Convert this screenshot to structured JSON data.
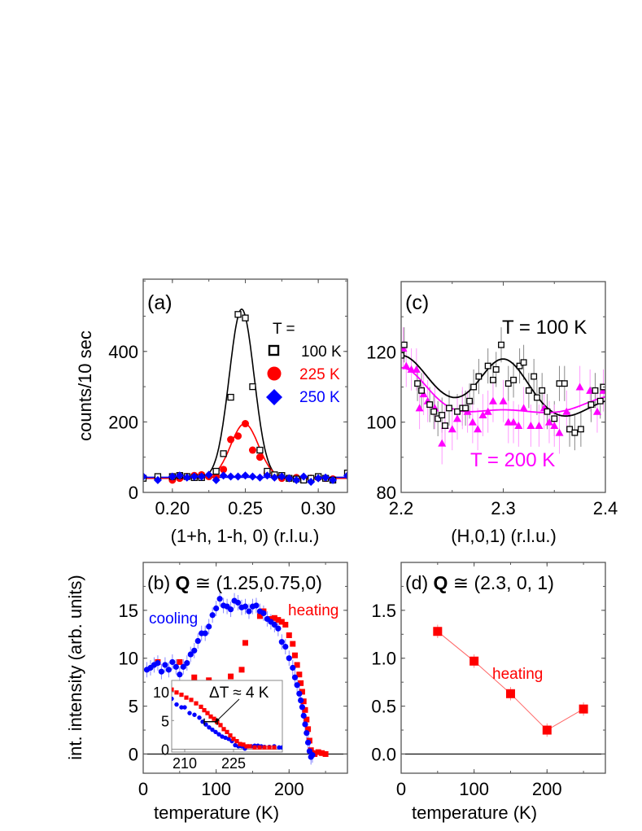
{
  "chart_data": [
    {
      "id": "a",
      "type": "scatter",
      "panel_label": "(a)",
      "xlabel": "(1+h, 1-h, 0) (r.l.u.)",
      "ylabel": "counts/10 sec",
      "xlim": [
        0.18,
        0.32
      ],
      "ylim": [
        0,
        605
      ],
      "xticks": [
        0.2,
        0.25,
        0.3
      ],
      "xtick_labels": [
        "0.20",
        "0.25",
        "0.30"
      ],
      "yticks": [
        0,
        200,
        400
      ],
      "ytick_labels": [
        "0",
        "200",
        "400"
      ],
      "legend_title": "T =",
      "legend_position": "upper right",
      "series": [
        {
          "name": "100 K",
          "marker": "open-square",
          "color": "#000000",
          "x": [
            0.18,
            0.19,
            0.2,
            0.205,
            0.21,
            0.215,
            0.22,
            0.23,
            0.235,
            0.24,
            0.245,
            0.25,
            0.255,
            0.26,
            0.265,
            0.27,
            0.275,
            0.28,
            0.285,
            0.29,
            0.295,
            0.3,
            0.305,
            0.31,
            0.32
          ],
          "y": [
            40,
            45,
            45,
            48,
            45,
            42,
            42,
            60,
            110,
            270,
            505,
            495,
            300,
            120,
            60,
            50,
            48,
            40,
            38,
            35,
            40,
            45,
            40,
            35,
            55
          ]
        },
        {
          "name": "225 K",
          "marker": "filled-circle",
          "color": "#ff0000",
          "x": [
            0.19,
            0.2,
            0.205,
            0.21,
            0.215,
            0.22,
            0.225,
            0.23,
            0.235,
            0.24,
            0.245,
            0.25,
            0.255,
            0.26,
            0.265,
            0.27,
            0.275,
            0.28,
            0.285,
            0.29,
            0.295,
            0.3,
            0.305,
            0.31
          ],
          "y": [
            40,
            35,
            40,
            45,
            48,
            50,
            45,
            45,
            65,
            150,
            160,
            195,
            120,
            100,
            55,
            45,
            40,
            40,
            42,
            38,
            40,
            42,
            40,
            38
          ]
        },
        {
          "name": "250 K",
          "marker": "filled-diamond",
          "color": "#0000ff",
          "x": [
            0.18,
            0.19,
            0.2,
            0.205,
            0.21,
            0.215,
            0.22,
            0.225,
            0.23,
            0.235,
            0.24,
            0.245,
            0.25,
            0.255,
            0.26,
            0.265,
            0.27,
            0.275,
            0.28,
            0.285,
            0.29,
            0.295,
            0.3,
            0.305,
            0.31,
            0.32
          ],
          "y": [
            45,
            35,
            45,
            48,
            42,
            45,
            45,
            50,
            35,
            48,
            45,
            45,
            48,
            45,
            42,
            48,
            42,
            45,
            40,
            35,
            45,
            30,
            40,
            42,
            35,
            48
          ]
        }
      ],
      "fits": [
        {
          "name": "100 K fit",
          "color": "#000000",
          "center": 0.2475,
          "sigma": 0.0085,
          "amplitude": 480,
          "baseline": 40
        },
        {
          "name": "225 K fit",
          "color": "#ff0000",
          "center": 0.2495,
          "sigma": 0.0095,
          "amplitude": 155,
          "baseline": 40
        },
        {
          "name": "250 K fit",
          "color": "#0000ff",
          "flat": 43
        }
      ]
    },
    {
      "id": "c",
      "type": "scatter",
      "panel_label": "(c)",
      "xlabel": "(H,0,1) (r.l.u.)",
      "ylabel": "",
      "xlim": [
        2.2,
        2.4
      ],
      "ylim": [
        80,
        140
      ],
      "xticks": [
        2.2,
        2.3,
        2.4
      ],
      "xtick_labels": [
        "2.2",
        "2.3",
        "2.4"
      ],
      "yticks": [
        80,
        100,
        120
      ],
      "ytick_labels": [
        "80",
        "100",
        "120"
      ],
      "annotations": [
        "T = 100 K",
        "T = 200 K"
      ],
      "series": [
        {
          "name": "T = 100 K",
          "marker": "open-square",
          "color": "#000000",
          "errorbar": 5,
          "x": [
            2.2,
            2.203,
            2.216,
            2.22,
            2.228,
            2.232,
            2.236,
            2.24,
            2.243,
            2.247,
            2.255,
            2.26,
            2.263,
            2.267,
            2.271,
            2.276,
            2.285,
            2.29,
            2.293,
            2.298,
            2.305,
            2.31,
            2.316,
            2.32,
            2.325,
            2.33,
            2.333,
            2.338,
            2.343,
            2.35,
            2.355,
            2.36,
            2.365,
            2.37,
            2.376,
            2.386,
            2.39,
            2.395,
            2.398
          ],
          "y": [
            119,
            122,
            111,
            109,
            105,
            103,
            101,
            102,
            99,
            104,
            103,
            104,
            104,
            106,
            110,
            113,
            116,
            112,
            115,
            122,
            111,
            112,
            116,
            117,
            109,
            113,
            107,
            109,
            103,
            101,
            111,
            111,
            98,
            97,
            98,
            105,
            109,
            106,
            110
          ],
          "error_bar_color": "#888888"
        },
        {
          "name": "T = 200 K",
          "marker": "filled-triangle",
          "color": "#ff00ff",
          "errorbar": 6,
          "x": [
            2.202,
            2.205,
            2.21,
            2.215,
            2.218,
            2.222,
            2.226,
            2.233,
            2.24,
            2.243,
            2.25,
            2.255,
            2.26,
            2.265,
            2.27,
            2.275,
            2.28,
            2.285,
            2.29,
            2.3,
            2.305,
            2.31,
            2.315,
            2.32,
            2.327,
            2.335,
            2.34,
            2.345,
            2.35,
            2.355,
            2.362,
            2.375,
            2.385,
            2.392,
            2.398
          ],
          "y": [
            121,
            116,
            115,
            115,
            104,
            108,
            106,
            104,
            94,
            99,
            98,
            101,
            104,
            103,
            100,
            98,
            102,
            103,
            106,
            106,
            100,
            100,
            99,
            104,
            99,
            99,
            104,
            100,
            99,
            97,
            103,
            110,
            109,
            103,
            109
          ],
          "error_bar_color": "#ff99ff"
        }
      ],
      "fits": [
        {
          "name": "100 K fit",
          "color": "#000000"
        },
        {
          "name": "200 K fit",
          "color": "#ff00ff"
        }
      ]
    },
    {
      "id": "b",
      "type": "scatter",
      "panel_label": "(b)",
      "title": "Q ≅ (1.25,0.75,0)",
      "title_bold_part": "Q",
      "xlabel": "temperature (K)",
      "ylabel": "int. intensity (arb. units)",
      "xlim": [
        0,
        280
      ],
      "ylim": [
        -2,
        20
      ],
      "xticks": [
        0,
        100,
        200
      ],
      "xtick_labels": [
        "0",
        "100",
        "200"
      ],
      "yticks": [
        0,
        5,
        10,
        15
      ],
      "ytick_labels": [
        "0",
        "5",
        "10",
        "15"
      ],
      "zero_line": true,
      "annotations": [
        "cooling",
        "heating"
      ],
      "series": [
        {
          "name": "cooling",
          "marker": "filled-circle",
          "color": "#0000ff",
          "x": [
            5,
            10,
            15,
            20,
            25,
            30,
            35,
            40,
            45,
            50,
            55,
            60,
            65,
            70,
            75,
            80,
            85,
            90,
            95,
            100,
            105,
            110,
            115,
            120,
            125,
            130,
            135,
            140,
            145,
            150,
            155,
            160,
            165,
            170,
            175,
            180,
            185,
            190,
            195,
            200,
            205,
            208,
            211,
            214,
            216,
            218,
            220,
            222,
            224,
            226,
            228,
            230,
            232
          ],
          "y": [
            8.8,
            9.0,
            9.3,
            9.5,
            8.6,
            9.3,
            8.8,
            9.6,
            9.1,
            8.3,
            9.1,
            9.5,
            10.4,
            10.8,
            11.8,
            12.6,
            12.6,
            13.3,
            14.5,
            15.2,
            16.2,
            15.5,
            15.4,
            15.1,
            16.0,
            15.8,
            15.3,
            15.4,
            14.9,
            15.4,
            15.5,
            14.9,
            14.7,
            14.1,
            13.8,
            13.5,
            13.1,
            11.7,
            11.2,
            10.0,
            9.0,
            8.0,
            7.2,
            6.3,
            5.6,
            4.9,
            4.0,
            3.1,
            2.2,
            1.2,
            0.3,
            -0.3,
            -0.1
          ]
        },
        {
          "name": "heating",
          "marker": "filled-square",
          "color": "#ff0000",
          "x": [
            20,
            50,
            70,
            90,
            120,
            135,
            140,
            160,
            165,
            175,
            180,
            185,
            190,
            195,
            200,
            205,
            208,
            211,
            214,
            216,
            218,
            220,
            222,
            224,
            226,
            228,
            230,
            232,
            235,
            240,
            245,
            250
          ],
          "y": [
            9.6,
            9.6,
            8.0,
            7.7,
            8.1,
            8.8,
            11.6,
            14.4,
            14.9,
            14.1,
            14.2,
            14.0,
            13.8,
            13.5,
            12.4,
            11.5,
            10.3,
            9.3,
            8.3,
            7.4,
            6.5,
            5.5,
            4.6,
            3.6,
            2.6,
            1.4,
            0.4,
            0.1,
            0.0,
            0.2,
            0.1,
            0.0
          ]
        }
      ],
      "inset": {
        "xlim": [
          206,
          240
        ],
        "ylim": [
          -0.5,
          12
        ],
        "xticks": [
          210,
          225
        ],
        "xtick_labels": [
          "210",
          "225"
        ],
        "yticks": [
          0,
          5,
          10
        ],
        "ytick_labels": [
          "0",
          "5",
          "10"
        ],
        "annotation": "ΔT ≈ 4 K",
        "delta_bar": {
          "x": [
            216,
            220
          ],
          "y": 4.8
        },
        "series": [
          {
            "name": "cooling",
            "color": "#0000ff",
            "x": [
              206,
              207.5,
              209,
              210,
              211.5,
              213,
              214.5,
              215.5,
              216.5,
              217.5,
              218.5,
              219.5,
              220.5,
              221.5,
              222.5,
              223.5,
              224.5,
              225.5,
              226.5,
              227.5,
              228.5,
              229.5,
              230.5,
              231.5,
              232.5,
              233.5,
              234.5,
              236,
              237.5,
              239,
              240
            ],
            "y": [
              8.8,
              7.8,
              7.3,
              7.3,
              6.3,
              6.0,
              5.5,
              4.8,
              4.3,
              3.8,
              3.4,
              3.0,
              2.6,
              2.2,
              2.0,
              1.8,
              1.4,
              0.7,
              0.5,
              0.5,
              0.1,
              0.5,
              0.5,
              0.6,
              0.6,
              0.5,
              0.4,
              0.4,
              0.5,
              0.3,
              0.3
            ]
          },
          {
            "name": "heating",
            "color": "#ff0000",
            "x": [
              206,
              207.5,
              209,
              210.5,
              212,
              213.5,
              215,
              216,
              217,
              218,
              219,
              220,
              221,
              222,
              223,
              224,
              225,
              226,
              227,
              228,
              229,
              230,
              231.5,
              233,
              234.5,
              236,
              237.5
            ],
            "y": [
              10.4,
              9.9,
              9.5,
              9.0,
              8.6,
              8.0,
              7.4,
              6.8,
              6.3,
              5.7,
              5.3,
              4.7,
              4.2,
              3.5,
              3.0,
              2.4,
              1.8,
              1.4,
              0.9,
              0.8,
              0.5,
              0.5,
              0.3,
              0.3,
              0.3,
              0.3,
              0.3
            ]
          }
        ]
      }
    },
    {
      "id": "d",
      "type": "line",
      "panel_label": "(d)",
      "title": "Q ≅ (2.3, 0, 1)",
      "title_bold_part": "Q",
      "xlabel": "temperature (K)",
      "ylabel": "",
      "xlim": [
        0,
        280
      ],
      "ylim": [
        -0.2,
        2.0
      ],
      "xticks": [
        0,
        100,
        200
      ],
      "xtick_labels": [
        "0",
        "100",
        "200"
      ],
      "yticks": [
        0.0,
        0.5,
        1.0,
        1.5
      ],
      "ytick_labels": [
        "0.0",
        "0.5",
        "1.0",
        "1.5"
      ],
      "zero_line": true,
      "annotations": [
        "heating"
      ],
      "series": [
        {
          "name": "heating",
          "marker": "filled-square",
          "color": "#ff0000",
          "x": [
            50,
            100,
            150,
            200,
            250
          ],
          "y": [
            1.28,
            0.97,
            0.63,
            0.25,
            0.47
          ]
        }
      ]
    }
  ],
  "labels": {
    "a": {
      "panel": "(a)",
      "ylabel": "counts/10 sec",
      "xlabel": "(1+h, 1-h, 0) (r.l.u.)",
      "legend_title": "T =",
      "legend_100": "100 K",
      "legend_225": "225 K",
      "legend_250": "250 K"
    },
    "c": {
      "panel": "(c)",
      "xlabel": "(H,0,1) (r.l.u.)",
      "t100": "T = 100 K",
      "t200": "T = 200 K"
    },
    "b": {
      "panel": "(b) ",
      "q": "Q",
      "qval": " ≅ (1.25,0.75,0)",
      "ylabel": "int. intensity (arb. units)",
      "xlabel": "temperature (K)",
      "cooling": "cooling",
      "heating": "heating",
      "delta": "ΔT ≈ 4 K"
    },
    "d": {
      "panel": "(d) ",
      "q": "Q",
      "qval": " ≅ (2.3, 0, 1)",
      "xlabel": "temperature (K)",
      "heating": "heating"
    }
  },
  "colors": {
    "black": "#000000",
    "red": "#ff0000",
    "blue": "#0000ff",
    "magenta": "#ff00ff",
    "frame": "#555555"
  }
}
